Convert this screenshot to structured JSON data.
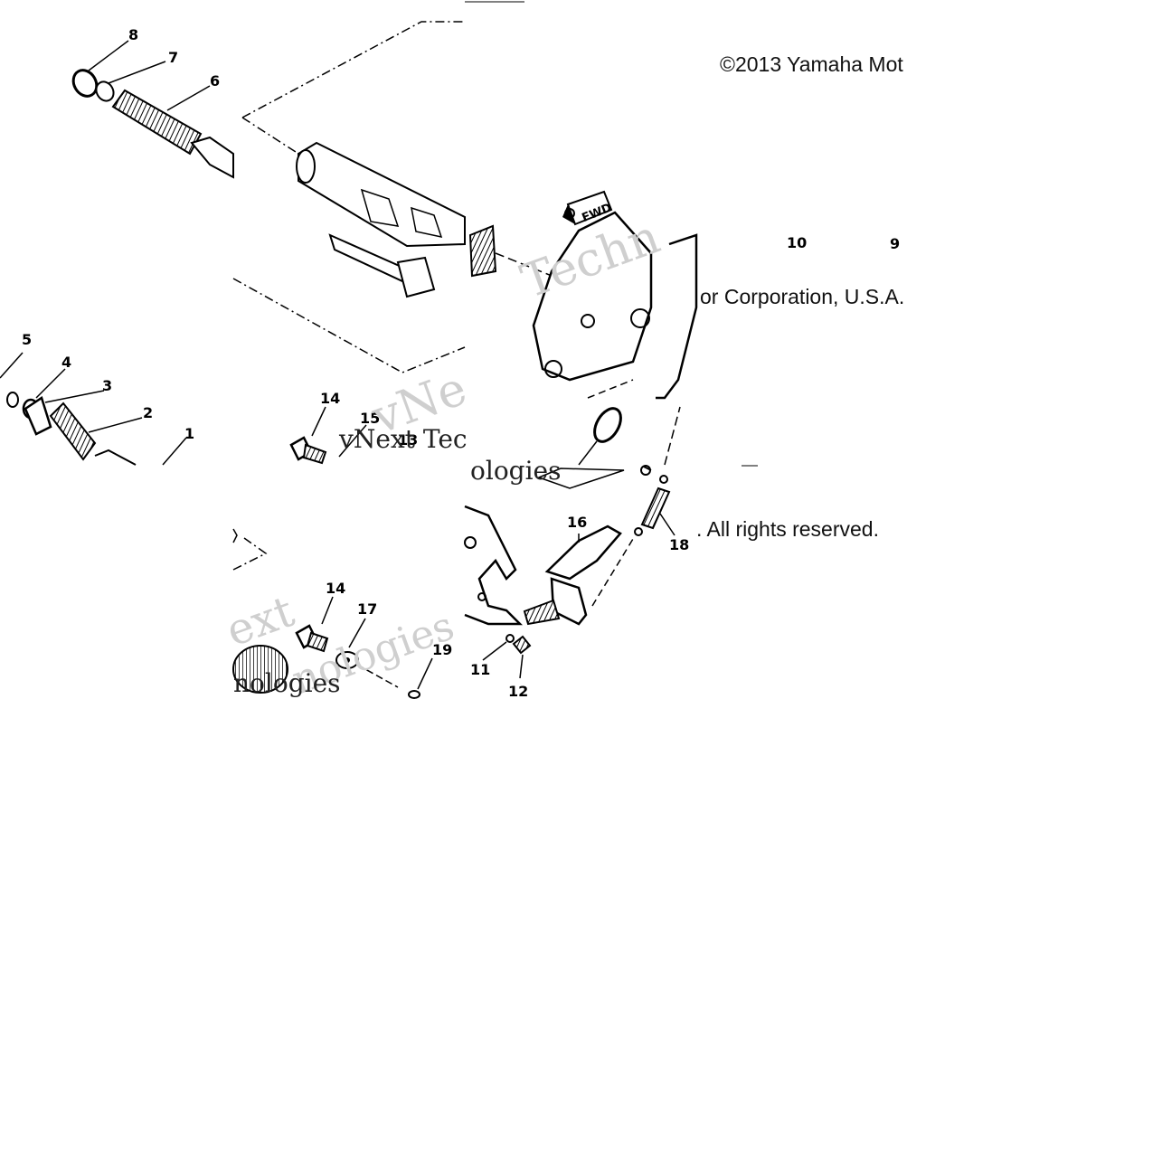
{
  "copyright": {
    "line1": "©2013 Yamaha Mot",
    "line2": "or Corporation, U.S.A.",
    "line3": ". All rights reserved."
  },
  "watermark": {
    "a": "Techn",
    "b": "vNe",
    "c": "vNext Tec",
    "d": "nologies",
    "e": "ext",
    "f": "nologies",
    "g": "ologies"
  },
  "fwd_label": "FWD",
  "callouts": {
    "c1": "1",
    "c2": "2",
    "c3": "3",
    "c4": "4",
    "c5": "5",
    "c6": "6",
    "c7": "7",
    "c8": "8",
    "c9": "9",
    "c10": "10",
    "c11": "11",
    "c12": "12",
    "c13": "13",
    "c14a": "14",
    "c14b": "14",
    "c15": "15",
    "c16": "16",
    "c17": "17",
    "c18": "18",
    "c19": "19"
  }
}
